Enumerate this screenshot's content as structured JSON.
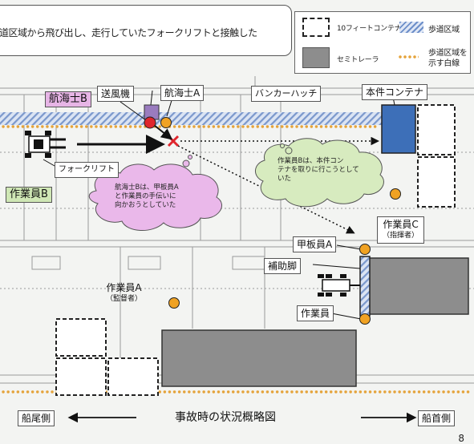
{
  "callout": {
    "text": "道区域から飛び出し、走行していたフォークリフトと接触した"
  },
  "legend": {
    "container": "10フィートコンテナ",
    "walkway": "歩道区域",
    "semitrailer": "セミトレーラ",
    "walkway_line_1": "歩道区域を",
    "walkway_line_2": "示す白線"
  },
  "labels": {
    "blower": "送風機",
    "navigator_a": "航海士A",
    "navigator_b": "航海士B",
    "van_carrier_hatch": "バンカーハッチ",
    "target_container": "本件コンテナ",
    "forklift": "フォークリフト",
    "worker_b": "作業員B",
    "worker_c": "作業員C",
    "worker_c_role": "（指揮者）",
    "deck_crew_a": "甲板員A",
    "aux_leg": "補助脚",
    "worker_a": "作業員A",
    "worker_a_role": "（監督者）",
    "worker": "作業員",
    "stern_side": "船尾側",
    "bow_side": "船首側",
    "diagram_title": "事故時の状況概略図",
    "page_number": "8"
  },
  "clouds": {
    "navigator_b_note": [
      "航海士Bは、甲板員A",
      "と作業員の手伝いに",
      "向かおうとしていた"
    ],
    "worker_b_note": [
      "作業員Bは、本件コン",
      "テナを取りに行こうとして",
      "いた"
    ]
  },
  "colors": {
    "navigator_b_marker": "#e0262d",
    "person_marker": "#f0a223",
    "target_container": "#3d6fb8",
    "semitrailer": "#8d8d8d",
    "walkway_line": "#e5a33a",
    "pink_label": "#e7b5e6",
    "green_label": "#cfe7b5",
    "cloud_pink": "#eab8ea",
    "cloud_green": "#d7ebbf"
  }
}
